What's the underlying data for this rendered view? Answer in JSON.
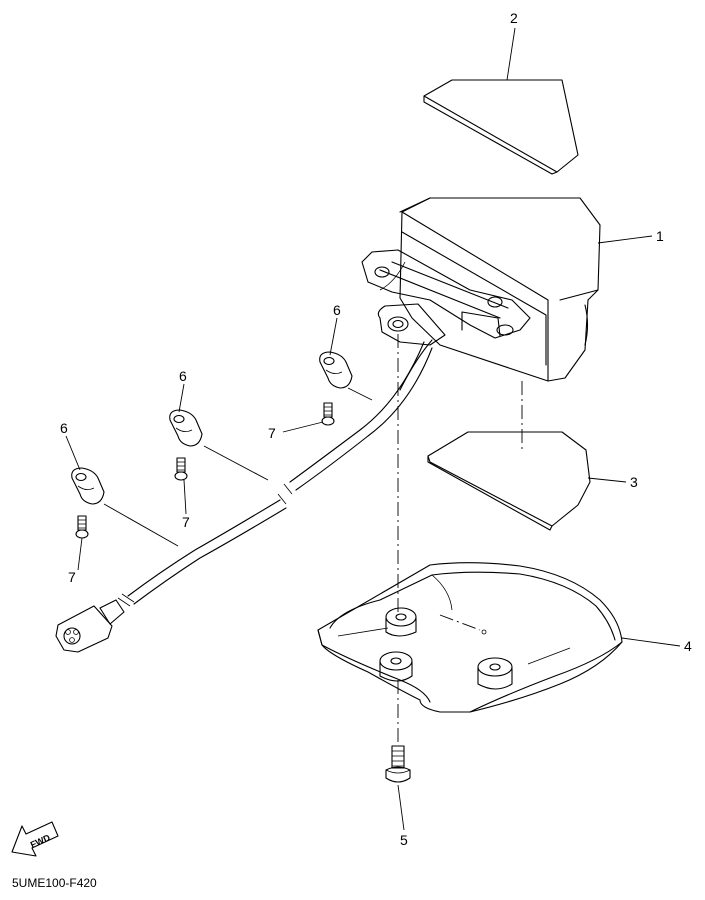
{
  "diagram": {
    "drawing_code": "5UME100-F420",
    "fwd_label": "FWD",
    "callouts": {
      "part_1": "1",
      "part_2": "2",
      "part_3": "3",
      "part_4": "4",
      "part_5": "5",
      "part_6a": "6",
      "part_6b": "6",
      "part_6c": "6",
      "part_7a": "7",
      "part_7b": "7",
      "part_7c": "7"
    }
  }
}
